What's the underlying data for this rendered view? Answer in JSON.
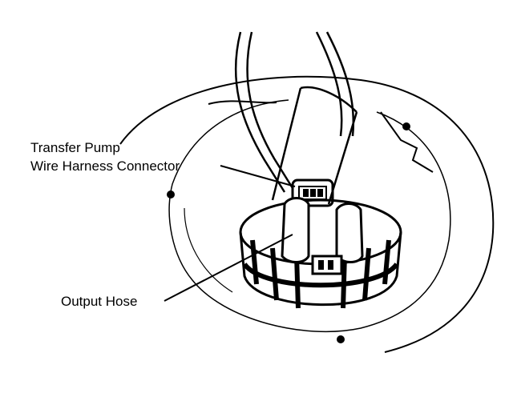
{
  "diagram": {
    "labels": {
      "transfer_pump_line1": "Transfer Pump",
      "transfer_pump_line2": "Wire Harness Connector",
      "output_hose": "Output Hose"
    },
    "colors": {
      "ink": "#000000",
      "background": "#ffffff"
    }
  }
}
